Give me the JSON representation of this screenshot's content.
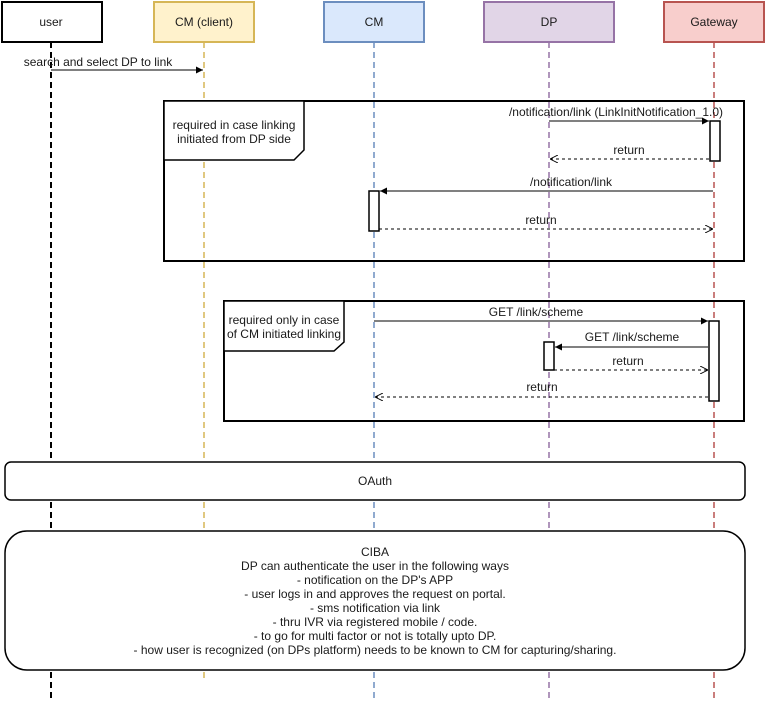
{
  "participants": [
    {
      "label": "user",
      "stroke": "#000000",
      "fill": "#ffffff",
      "line": "#000000"
    },
    {
      "label": "CM (client)",
      "stroke": "#d6b656",
      "fill": "#fff2cc",
      "line": "#d6b656"
    },
    {
      "label": "CM",
      "stroke": "#6c8ebf",
      "fill": "#dae8fc",
      "line": "#6c8ebf"
    },
    {
      "label": "DP",
      "stroke": "#9673a6",
      "fill": "#e1d5e7",
      "line": "#9673a6"
    },
    {
      "label": "Gateway",
      "stroke": "#b85450",
      "fill": "#f8cecc",
      "line": "#b85450"
    }
  ],
  "messages": {
    "search": "search and select DP to link",
    "notif_link_init": "/notification/link (LinkInitNotification_1.0)",
    "return_1": "return",
    "notif_link": "/notification/link",
    "return_2": "return",
    "get_scheme_1": "GET /link/scheme",
    "get_scheme_2": "GET /link/scheme",
    "return_3": "return",
    "return_4": "return"
  },
  "frames": {
    "dp_side": {
      "line1": "required in case linking",
      "line2": "initiated from DP side"
    },
    "cm_side": {
      "line1": "required only in case",
      "line2": "of CM initiated linking"
    }
  },
  "oauth": "OAuth",
  "ciba": {
    "lines": [
      "CIBA",
      "DP can authenticate the user in the following ways",
      "- notification on the DP's APP",
      "- user logs in and approves the request on portal.",
      "- sms notification via link",
      "- thru IVR via registered mobile / code.",
      "- to go for multi factor or not is totally upto DP.",
      "- how user is recognized (on DPs platform) needs to be known to CM for capturing/sharing."
    ]
  }
}
